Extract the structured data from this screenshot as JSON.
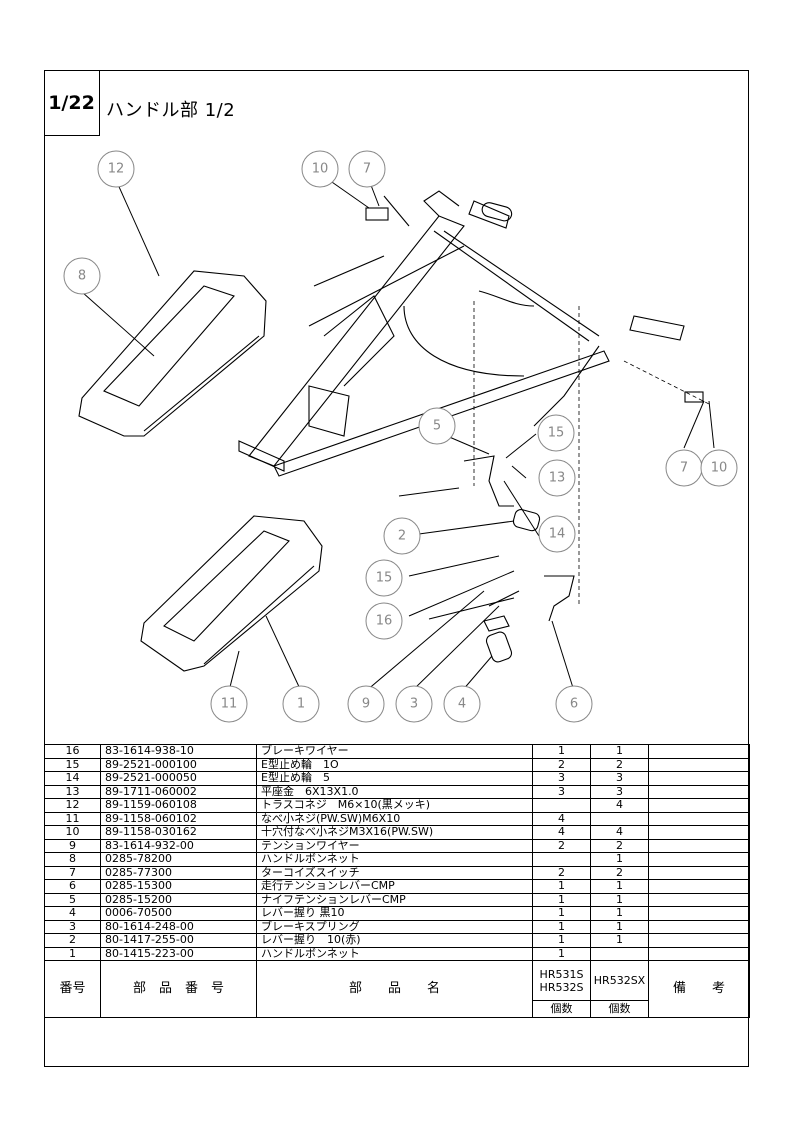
{
  "page": {
    "number": "1/22",
    "title": "ハンドル部  1/2"
  },
  "callouts": {
    "c12": "12",
    "c8": "8",
    "c10a": "10",
    "c7a": "7",
    "c5": "5",
    "c15a": "15",
    "c13": "13",
    "c14": "14",
    "c2": "2",
    "c15b": "15",
    "c16": "16",
    "c7b": "7",
    "c10b": "10",
    "c11": "11",
    "c1": "1",
    "c9": "9",
    "c3": "3",
    "c4": "4",
    "c6": "6"
  },
  "table": {
    "headers": {
      "no": "番号",
      "part_number": "部　品　番　号",
      "part_name": "部　　品　　名",
      "model_a_line1": "HR531S",
      "model_a_line2": "HR532S",
      "model_b": "HR532SX",
      "qty_a": "個数",
      "qty_b": "個数",
      "remarks": "備　　考"
    },
    "rows": [
      {
        "no": "16",
        "part_number": "83-1614-938-10",
        "name": "ブレーキワイヤー",
        "qty_a": "1",
        "qty_b": "1",
        "remarks": ""
      },
      {
        "no": "15",
        "part_number": "89-2521-000100",
        "name": "E型止め輪　1O",
        "qty_a": "2",
        "qty_b": "2",
        "remarks": ""
      },
      {
        "no": "14",
        "part_number": "89-2521-000050",
        "name": "E型止め輪　5",
        "qty_a": "3",
        "qty_b": "3",
        "remarks": ""
      },
      {
        "no": "13",
        "part_number": "89-1711-060002",
        "name": "平座金　6X13X1.0",
        "qty_a": "3",
        "qty_b": "3",
        "remarks": ""
      },
      {
        "no": "12",
        "part_number": "89-1159-060108",
        "name": "トラスコネジ　M6×10(黒メッキ)",
        "qty_a": "",
        "qty_b": "4",
        "remarks": ""
      },
      {
        "no": "11",
        "part_number": "89-1158-060102",
        "name": "なべ小ネジ(PW.SW)M6X10",
        "qty_a": "4",
        "qty_b": "",
        "remarks": ""
      },
      {
        "no": "10",
        "part_number": "89-1158-030162",
        "name": "十穴付なべ小ネジM3X16(PW.SW)",
        "qty_a": "4",
        "qty_b": "4",
        "remarks": ""
      },
      {
        "no": "9",
        "part_number": "83-1614-932-00",
        "name": "テンションワイヤー",
        "qty_a": "2",
        "qty_b": "2",
        "remarks": ""
      },
      {
        "no": "8",
        "part_number": "0285-78200",
        "name": "ハンドルボンネット",
        "qty_a": "",
        "qty_b": "1",
        "remarks": ""
      },
      {
        "no": "7",
        "part_number": "0285-77300",
        "name": "ターコイズスイッチ",
        "qty_a": "2",
        "qty_b": "2",
        "remarks": ""
      },
      {
        "no": "6",
        "part_number": "0285-15300",
        "name": "走行テンションレバーCMP",
        "qty_a": "1",
        "qty_b": "1",
        "remarks": ""
      },
      {
        "no": "5",
        "part_number": "0285-15200",
        "name": "ナイフテンションレバーCMP",
        "qty_a": "1",
        "qty_b": "1",
        "remarks": ""
      },
      {
        "no": "4",
        "part_number": "0006-70500",
        "name": "レバー握り 黒10",
        "qty_a": "1",
        "qty_b": "1",
        "remarks": ""
      },
      {
        "no": "3",
        "part_number": "80-1614-248-00",
        "name": "ブレーキスプリング",
        "qty_a": "1",
        "qty_b": "1",
        "remarks": ""
      },
      {
        "no": "2",
        "part_number": "80-1417-255-00",
        "name": "レバー握り　10(赤)",
        "qty_a": "1",
        "qty_b": "1",
        "remarks": ""
      },
      {
        "no": "1",
        "part_number": "80-1415-223-00",
        "name": "ハンドルボンネット",
        "qty_a": "1",
        "qty_b": "",
        "remarks": ""
      }
    ]
  }
}
